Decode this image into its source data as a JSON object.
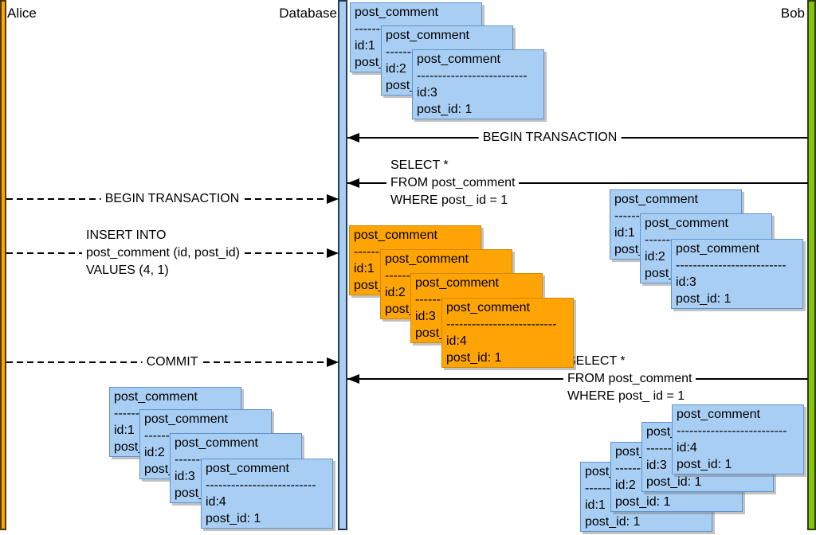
{
  "actors": {
    "alice": "Alice",
    "database": "Database",
    "bob": "Bob"
  },
  "colors": {
    "alice_bar": "#FFA405",
    "database_bar": "#A9CEF4",
    "bob_bar": "#84C40B",
    "note_blue": "#A9CEF4",
    "note_orange": "#FFA405",
    "line": "#000000"
  },
  "card_common": {
    "title": "post_comment",
    "separator": "--------------------------"
  },
  "messages": {
    "begin_txn_bob": {
      "label": "BEGIN TRANSACTION",
      "style": "solid",
      "from": "Bob",
      "to": "Database"
    },
    "select_1": {
      "lines": [
        "SELECT *",
        "FROM post_comment",
        "WHERE post_ id = 1"
      ],
      "style": "solid",
      "from": "Bob",
      "to": "Database"
    },
    "begin_txn_alice": {
      "label": "BEGIN TRANSACTION",
      "style": "dashed",
      "from": "Alice",
      "to": "Database"
    },
    "insert": {
      "lines": [
        "INSERT INTO",
        "post_comment (id, post_id)",
        "VALUES (4, 1)"
      ],
      "style": "dashed",
      "from": "Alice",
      "to": "Database"
    },
    "commit": {
      "label": "COMMIT",
      "style": "dashed",
      "from": "Alice",
      "to": "Database"
    },
    "select_2": {
      "lines": [
        "SELECT *",
        "FROM post_comment",
        "WHERE post_ id = 1"
      ],
      "style": "solid",
      "from": "Bob",
      "to": "Database"
    }
  },
  "stacks": {
    "db_top": {
      "owner": "Database",
      "color": "blue",
      "cards": [
        {
          "id": "id:1",
          "post_id": "post_id: 1"
        },
        {
          "id": "id:2",
          "post_id": "post_id: 1"
        },
        {
          "id": "id:3",
          "post_id": "post_id: 1"
        }
      ]
    },
    "bob_mid": {
      "owner": "Bob",
      "color": "blue",
      "cards": [
        {
          "id": "id:1",
          "post_id": "post_id: 1"
        },
        {
          "id": "id:2",
          "post_id": "post_id: 1"
        },
        {
          "id": "id:3",
          "post_id": "post_id: 1"
        }
      ]
    },
    "db_orange": {
      "owner": "Database",
      "color": "orange",
      "cards": [
        {
          "id": "id:1",
          "post_id": "post_id: 1"
        },
        {
          "id": "id:2",
          "post_id": "post_id: 1"
        },
        {
          "id": "id:3",
          "post_id": "post_id: 1"
        },
        {
          "id": "id:4",
          "post_id": "post_id: 1"
        }
      ]
    },
    "alice_bottom": {
      "owner": "Alice",
      "color": "blue",
      "cards": [
        {
          "id": "id:1",
          "post_id": "post_id: 1"
        },
        {
          "id": "id:2",
          "post_id": "post_id: 1"
        },
        {
          "id": "id:3",
          "post_id": "post_id: 1"
        },
        {
          "id": "id:4",
          "post_id": "post_id: 1"
        }
      ]
    },
    "bob_bottom": {
      "owner": "Bob",
      "color": "blue",
      "cards": [
        {
          "id": "id:1",
          "post_id": "post_id: 1"
        },
        {
          "id": "id:2",
          "post_id": "post_id: 1"
        },
        {
          "id": "id:3",
          "post_id": "post_id: 1"
        },
        {
          "id": "id:4",
          "post_id": "post_id: 1"
        }
      ]
    }
  }
}
